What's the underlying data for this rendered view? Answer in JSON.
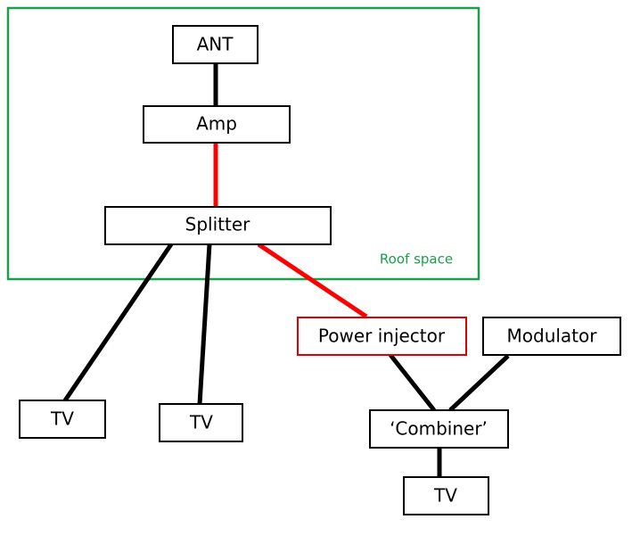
{
  "region": {
    "label": "Roof space",
    "color": "#1aa04a"
  },
  "nodes": {
    "ant": "ANT",
    "amp": "Amp",
    "splitter": "Splitter",
    "tv1": "TV",
    "tv2": "TV",
    "power_injector": "Power injector",
    "modulator": "Modulator",
    "combiner": "‘Combiner’",
    "tv3": "TV"
  },
  "colors": {
    "powered_link": "#ff0000",
    "link": "#000000",
    "injector_border": "#e00000"
  }
}
